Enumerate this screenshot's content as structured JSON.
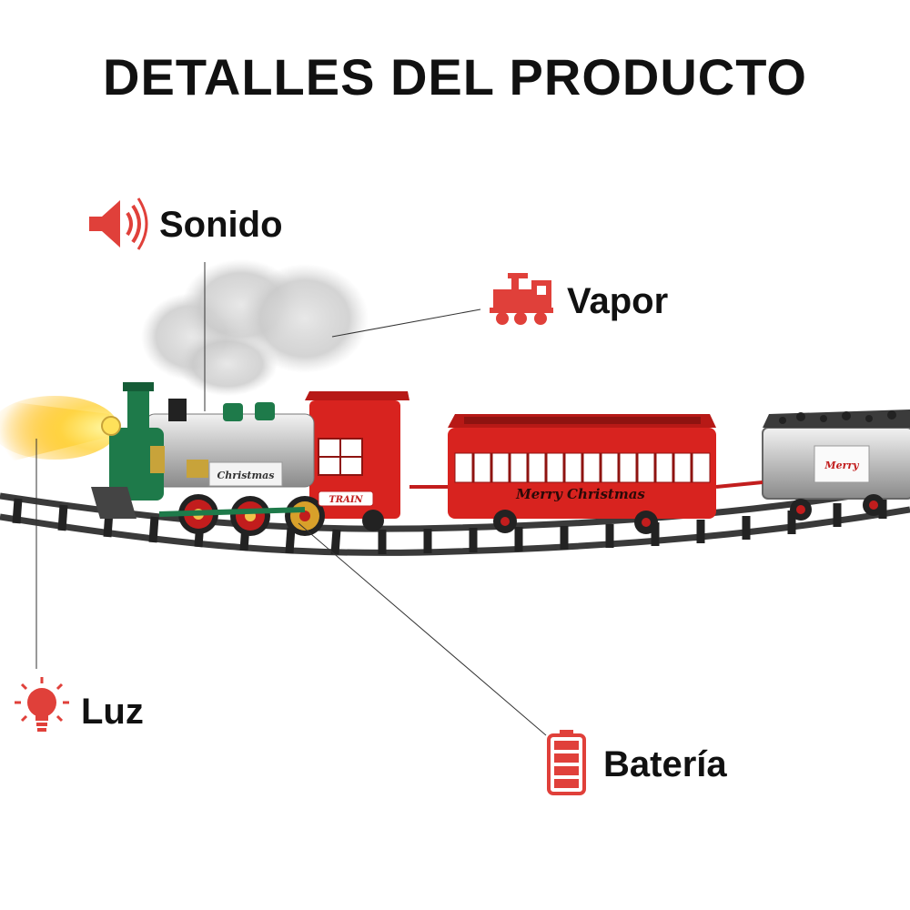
{
  "page": {
    "title": "DETALLES DEL PRODUCTO"
  },
  "features": [
    {
      "label": "Sonido",
      "icon": "speaker-sound-icon"
    },
    {
      "label": "Vapor",
      "icon": "locomotive-icon"
    },
    {
      "label": "Luz",
      "icon": "light-bulb-icon"
    },
    {
      "label": "Batería",
      "icon": "battery-icon"
    }
  ],
  "colors": {
    "accent": "#e0403a",
    "text": "#111111",
    "train_red": "#d8231f",
    "train_green": "#1e7a4a",
    "coal_car": "#cfcfcf",
    "track": "#3a3a3a"
  }
}
